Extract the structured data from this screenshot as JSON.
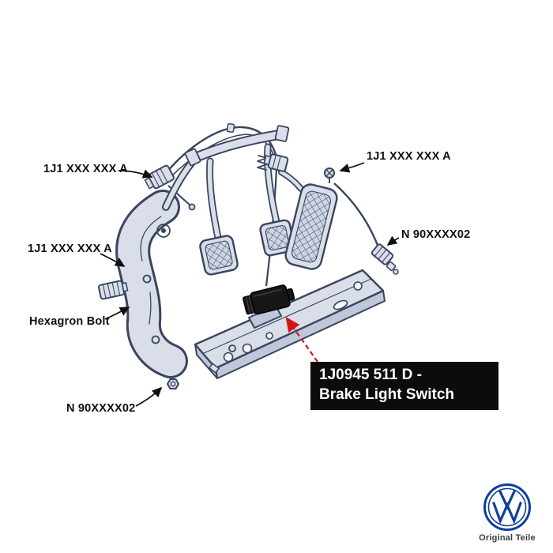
{
  "diagram": {
    "labels": {
      "top_left": "1J1 XXX XXX A",
      "top_right": "1J1 XXX XXX A",
      "mid_left": "1J1 XXX XXX A",
      "right": "N 90XXXX02",
      "hex_bolt": "Hexagron Bolt",
      "bottom_left": "N 90XXXX02"
    },
    "callout": {
      "line1": "1J0945 511 D -",
      "line2": "Brake Light Switch"
    }
  },
  "branding": {
    "logo_icon": "vw-logo",
    "caption": "Original Teile"
  },
  "colors": {
    "line": "#39455f",
    "part_fill": "#d9dee9",
    "part_fill_dark": "#bfc8d8",
    "switch_black": "#161616",
    "callout_bg": "#0c0c0c",
    "callout_text": "#ffffff",
    "pointer_red": "#d01616",
    "vw_blue": "#0f3f9b",
    "label_text": "#101010"
  }
}
